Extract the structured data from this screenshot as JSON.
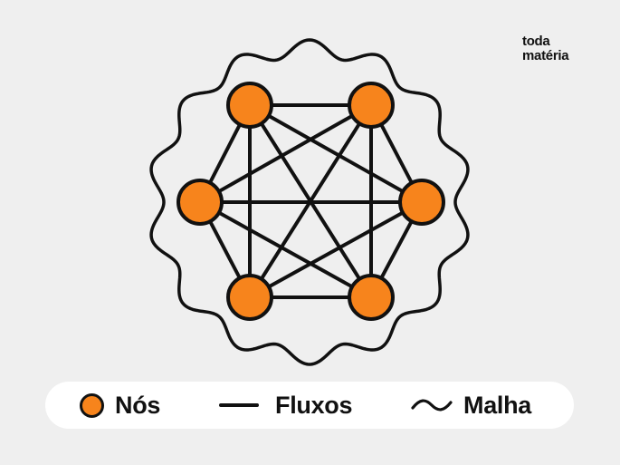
{
  "brand": {
    "line1": "toda",
    "line2": "matéria"
  },
  "diagram": {
    "nodes": [
      "n1",
      "n2",
      "n3",
      "n4",
      "n5",
      "n6"
    ],
    "edges": [
      [
        "n1",
        "n2"
      ],
      [
        "n1",
        "n3"
      ],
      [
        "n1",
        "n4"
      ],
      [
        "n1",
        "n5"
      ],
      [
        "n1",
        "n6"
      ],
      [
        "n2",
        "n3"
      ],
      [
        "n2",
        "n4"
      ],
      [
        "n2",
        "n5"
      ],
      [
        "n2",
        "n6"
      ],
      [
        "n3",
        "n4"
      ],
      [
        "n3",
        "n5"
      ],
      [
        "n3",
        "n6"
      ],
      [
        "n4",
        "n5"
      ],
      [
        "n4",
        "n6"
      ],
      [
        "n5",
        "n6"
      ]
    ]
  },
  "legend": {
    "nodes_label": "Nós",
    "flows_label": "Fluxos",
    "mesh_label": "Malha"
  },
  "colors": {
    "background": "#efefef",
    "node_fill": "#f7841c",
    "stroke": "#111111",
    "legend_bg": "#ffffff"
  }
}
